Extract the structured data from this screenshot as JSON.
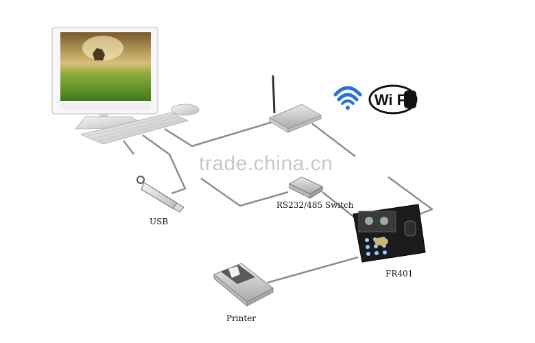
{
  "labels": {
    "usb": "USB",
    "switch": "RS232/485 Switch",
    "device": "FR401",
    "printer": "Printer"
  },
  "watermark": "trade.china.cn",
  "wifi_logo": {
    "text": "Wi Fi",
    "icon": "wifi-icon"
  },
  "colors": {
    "cable": "#8c8c8c",
    "wifi_blue": "#2a6fd6",
    "device_body": "#1b1b1b"
  }
}
